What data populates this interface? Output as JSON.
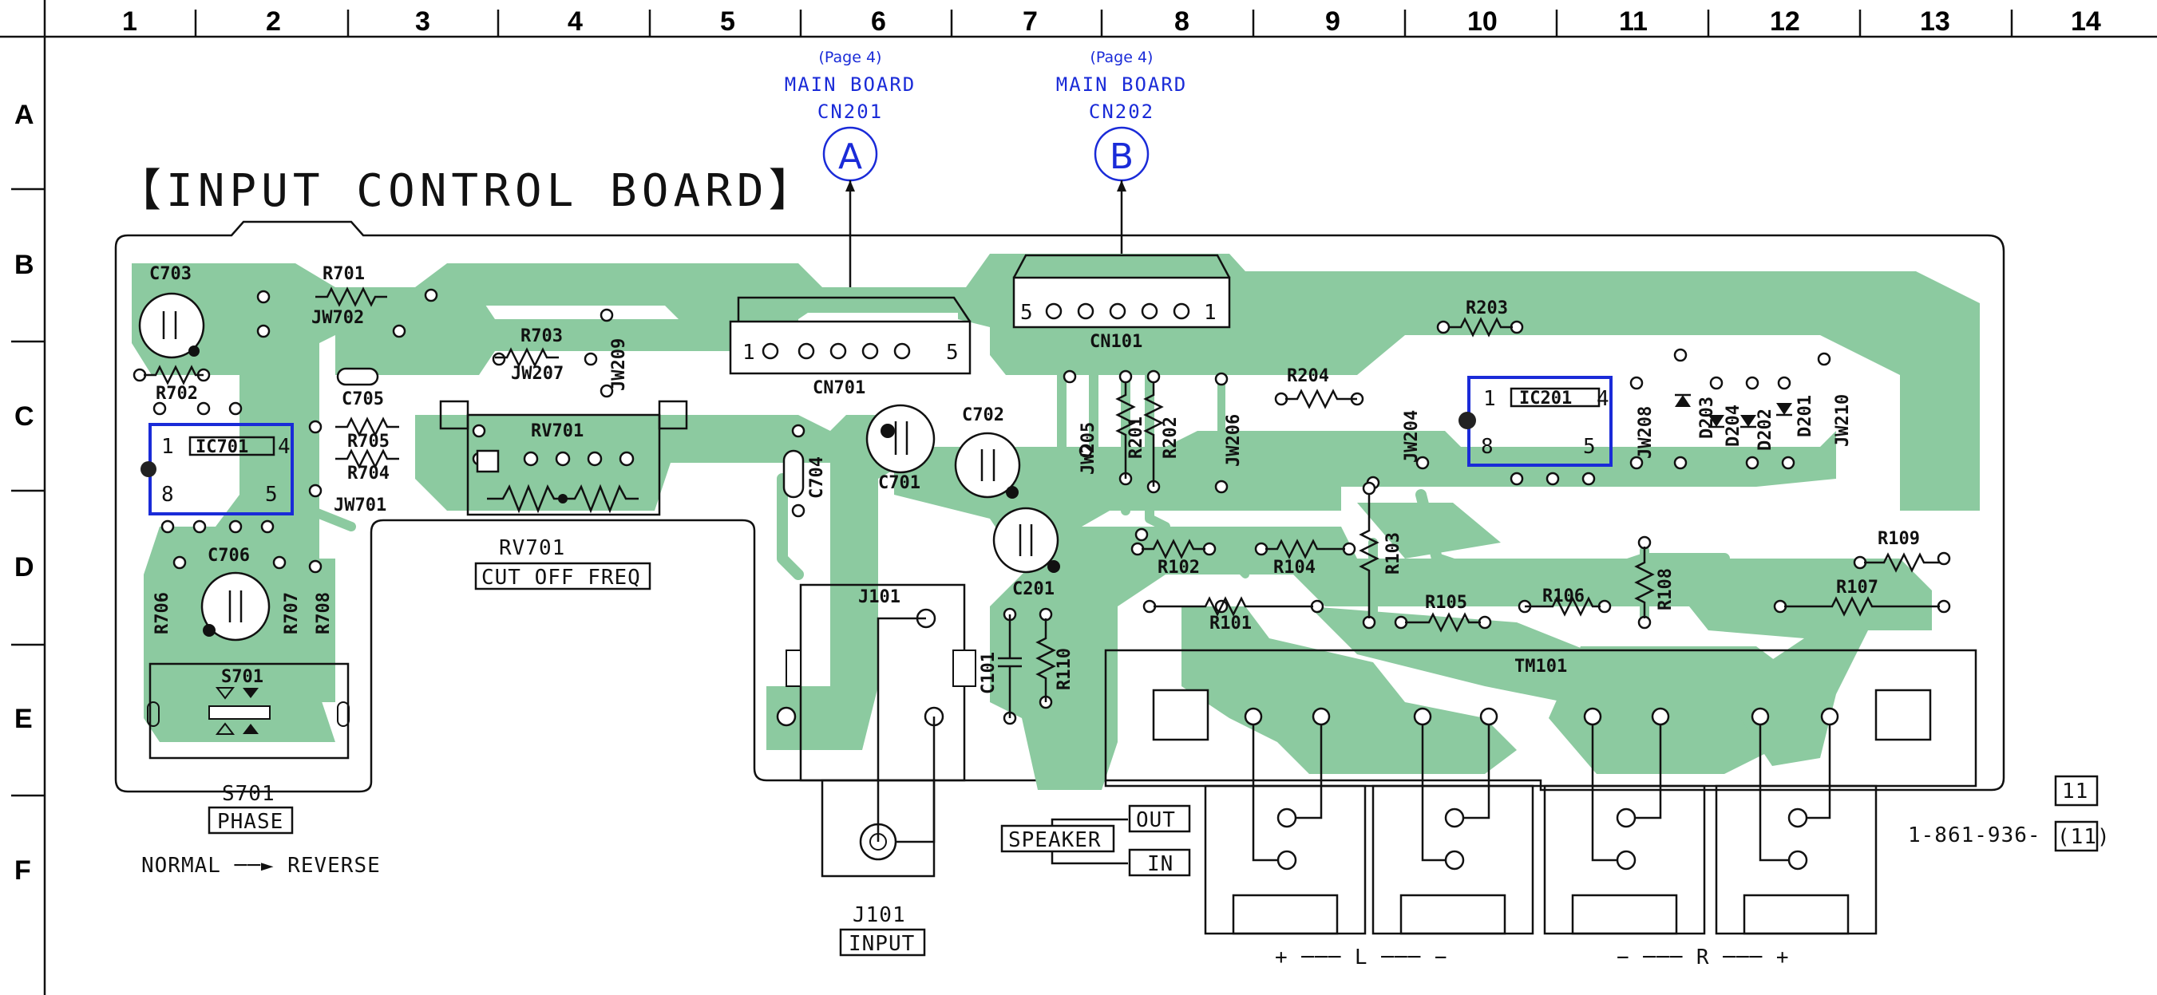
{
  "grid": {
    "columns": [
      "1",
      "2",
      "3",
      "4",
      "5",
      "6",
      "7",
      "8",
      "9",
      "10",
      "11",
      "12",
      "13",
      "14"
    ],
    "rows": [
      "A",
      "B",
      "C",
      "D",
      "E",
      "F"
    ]
  },
  "board_title": "【INPUT CONTROL BOARD】",
  "connectors": [
    {
      "page": "(Page 4)",
      "board": "MAIN BOARD",
      "ref": "CN201",
      "letter": "A"
    },
    {
      "page": "(Page 4)",
      "board": "MAIN BOARD",
      "ref": "CN202",
      "letter": "B"
    }
  ],
  "parts": {
    "c703": "C703",
    "r701": "R701",
    "jw702": "JW702",
    "r702": "R702",
    "c705": "C705",
    "r703": "R703",
    "jw207": "JW207",
    "jw209": "JW209",
    "r705": "R705",
    "r704": "R704",
    "jw701": "JW701",
    "ic701": "IC701",
    "rv701": "RV701",
    "cn701": "CN701",
    "c704": "C704",
    "c706": "C706",
    "r706": "R706",
    "r707": "R707",
    "r708": "R708",
    "s701": "S701",
    "cn101": "CN101",
    "c702": "C702",
    "c701": "C701",
    "jw205": "JW205",
    "r201": "R201",
    "r202": "R202",
    "jw206": "JW206",
    "r204": "R204",
    "r203": "R203",
    "jw204": "JW204",
    "ic201": "IC201",
    "jw208": "JW208",
    "d203": "D203",
    "d204": "D204",
    "d202": "D202",
    "d201": "D201",
    "jw210": "JW210",
    "c201": "C201",
    "j101": "J101",
    "c101": "C101",
    "r110": "R110",
    "r102": "R102",
    "r104": "R104",
    "r103": "R103",
    "r101": "R101",
    "r105": "R105",
    "r106": "R106",
    "r108": "R108",
    "r107": "R107",
    "r109": "R109",
    "tm101": "TM101"
  },
  "ic_pins": {
    "p1": "1",
    "p4": "4",
    "p8": "8",
    "p5": "5"
  },
  "cn_pins": {
    "p1": "1",
    "p5": "5"
  },
  "labels": {
    "rv701_name": "RV701",
    "rv701_func": "CUT OFF FREQ",
    "s701_name": "S701",
    "s701_func": "PHASE",
    "s701_modes": "NORMAL ──► REVERSE",
    "j101_name": "J101",
    "j101_func": "INPUT",
    "speaker": "SPEAKER",
    "out": "OUT",
    "in": "IN",
    "polarity_l": "+ ─── L ─── −",
    "polarity_r": "− ─── R ─── +",
    "part_number": "1-861-936-",
    "rev_top": "11",
    "rev_bottom": "(11)"
  },
  "colors": {
    "copper": "#8ccaa0",
    "ic_highlight": "#1a2bd8",
    "ink": "#111111"
  }
}
